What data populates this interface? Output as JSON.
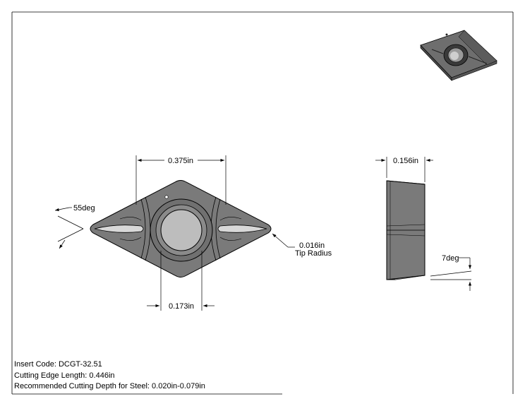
{
  "front_view": {
    "width_dim": "0.375in",
    "hole_dim": "0.173in",
    "angle_dim": "55deg",
    "tip_radius_value": "0.016in",
    "tip_radius_label": "Tip Radius"
  },
  "side_view": {
    "thickness_dim": "0.156in",
    "clearance_angle": "7deg"
  },
  "info_block": {
    "insert_code": "Insert Code: DCGT-32.51",
    "cutting_edge": "Cutting Edge Length: 0.446in",
    "cutting_depth": "Recommended Cutting Depth for Steel: 0.020in-0.079in"
  },
  "colors": {
    "insert_fill": "#7a7a7a",
    "insert_dark": "#5a5a5a",
    "line": "#000000"
  }
}
